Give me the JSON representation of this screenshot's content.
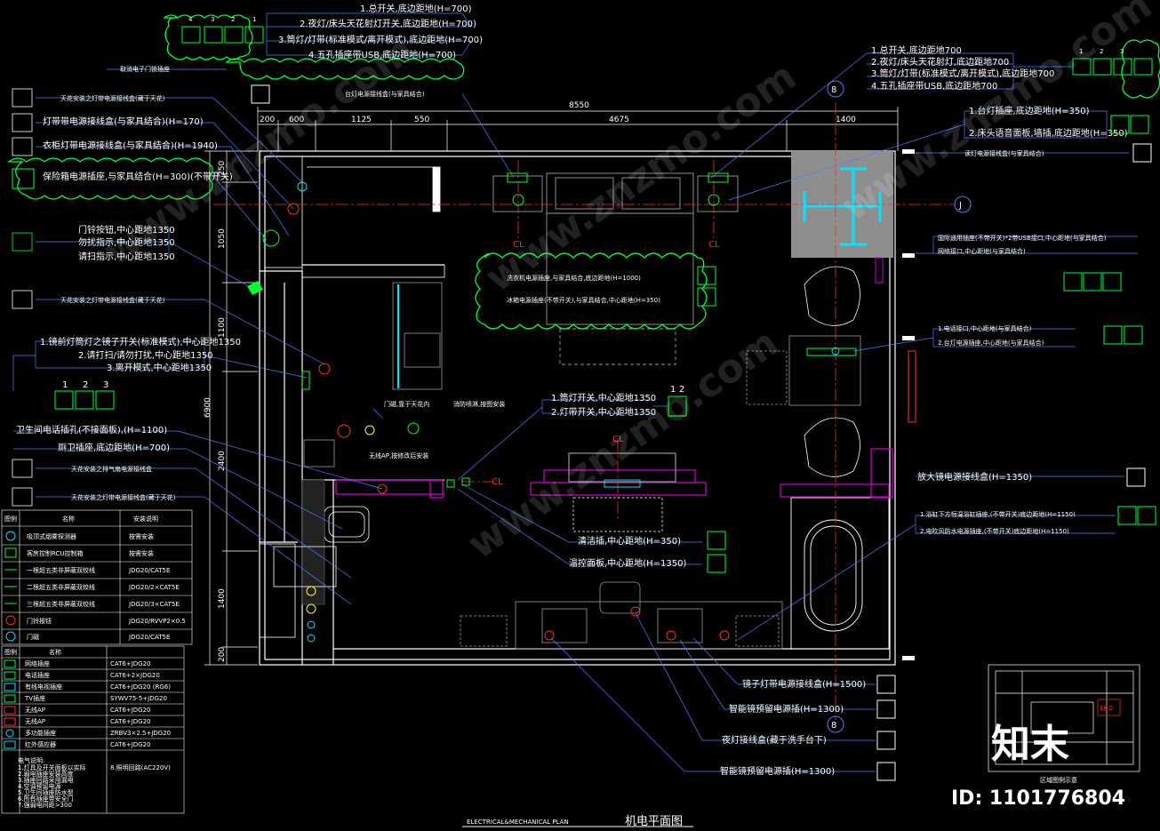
{
  "colors": {
    "background": "#000000",
    "wall": "#ffffff",
    "furniture": "#9a9aa0",
    "leader": "#4d7fff",
    "dimension": "#ffffff",
    "centerline": "#ff2b2b",
    "device_green": "#00ff33",
    "magenta": "#d400d4",
    "cyan": "#00e5ff",
    "gray_fill": "#8e8e8e"
  },
  "top_callouts": {
    "left_group": {
      "numbers": [
        "4",
        "3",
        "2",
        "1"
      ],
      "items": [
        "1.总开关,底边距地(H=700)",
        "2.夜灯/床头天花射灯开关,底边距地(H=700)",
        "3.筒灯/灯带(标准模式/离开模式),底边距地(H=700)",
        "4.五孔插座带USB,底边距地(H=700)"
      ]
    },
    "right_group": {
      "numbers": [
        "1",
        "2",
        "3"
      ],
      "items": [
        "1.总开关,底边距地700",
        "2.夜灯/床头天花射灯,底边距地700",
        "3.筒灯/灯带(标准模式/离开模式),底边距地700",
        "4.五孔插座带USB,底边距地700"
      ]
    },
    "electronic_lock": "取消电子门锁插座",
    "desk_lamp": "台灯电源接线盒(与家具结合)"
  },
  "left_callouts": [
    "天花安装之灯带电源接线盒(藏于天花)",
    "灯带带电源接线盒(与家具结合)(H=170)",
    "衣柜灯带电源接线盒(与家具结合)(H=1940)",
    "保险箱电源插座,与家具结合(H=300)(不带开关)",
    "门铃按钮,中心距地1350",
    "勿扰指示,中心距地1350",
    "请扫指示,中心距地1350",
    "天花安装之灯带电源接线盒(藏于天花)"
  ],
  "left_switch_group": {
    "items": [
      "1.镜前灯筒灯之镜子开关(标准模式),中心距地1350",
      "2.请打扫/请勿打扰,中心距地1350",
      "3.离开模式,中心距地1350"
    ],
    "numbers": [
      "1",
      "2",
      "3"
    ]
  },
  "left_lower_callouts": [
    "卫生间电话插孔(不接面板),(H=1100)",
    "厕卫插座,底边距地(H=700)",
    "天花安装之排气扇电源接线盒",
    "天花安装之灯带电源接线盒(藏于天花)"
  ],
  "right_callouts": {
    "bed_side": [
      "1.台灯插座,底边距地(H=350)",
      "2.床头语音面板,墙插,底边距地(H=350)"
    ],
    "reading_lamp": "读灯电源接线盒(与家具结合)",
    "desk_panel": [
      "国际通用插座(不带开关)*2带USB接口,中心距地(与家具结合)",
      "网络接口,中心距地(与家具结合)"
    ],
    "sofa": [
      "1.电话接口,中心距地(与家具结合)",
      "2.台灯电源插座,中心距地(与家具结合)"
    ],
    "mirror": "放大镜电源接线盒(H=1350)",
    "bath": [
      "1.浴缸下方恒温浴缸插座,(不带开关)底边距地(H=1150)",
      "2.电吹风防水电源插座,(不带开关)底边距地(H=1150)"
    ]
  },
  "center_callouts": {
    "bedside_sockets": [
      "洗衣机电源插座,与家具结合,底边距地(H=1000)",
      "冰箱电源插座(不带开关),与家具结合,中心距地(H=350)"
    ],
    "entry_switch": [
      "1.筒灯开关,中心距地1350",
      "2.灯带开关,中心距地1350"
    ],
    "entry_switch_numbers": [
      "1",
      "2"
    ],
    "door_sensor": "门磁,靠于天花内",
    "smoke": "消防喷淋,按图安装",
    "wifi": "无线AP,按修改后安装",
    "cleaning_socket": "清洁插,中心距地(H=350)",
    "temp_panel": "温控面板,中心距地(H=1350)"
  },
  "bottom_callouts": [
    "镜子灯带电源接线盒(H=1500)",
    "智能镜预留电源插(H=1300)",
    "夜灯接线盒(藏于洗手台下)",
    "智能镜预留电源插(H=1300)"
  ],
  "dimensions": {
    "top_total": "8550",
    "top_segments": [
      "200",
      "600",
      "1125",
      "550",
      "4675",
      "1400"
    ],
    "left_total": "6900",
    "left_segments": [
      "250",
      "1050",
      "1100",
      "2400",
      "1400",
      "200"
    ]
  },
  "markers": {
    "axis_top": "8",
    "axis_bottom": "8",
    "axis_right": "J",
    "cl_labels": [
      "CL",
      "CL",
      "CL",
      "CL"
    ]
  },
  "legend": {
    "header": [
      "图例",
      "名称",
      "安装说明"
    ],
    "rows": [
      {
        "name": "吸顶式烟雾探测器",
        "note": "按需安装"
      },
      {
        "name": "客房控制RCU控制箱",
        "note": "按需安装"
      },
      {
        "name": "一根超五类非屏蔽双绞线",
        "note": "JDG20/CAT5E"
      },
      {
        "name": "二根超五类非屏蔽双绞线",
        "note": "JDG20/2×CAT5E"
      },
      {
        "name": "三根超五类非屏蔽双绞线",
        "note": "JDG20/3×CAT5E"
      },
      {
        "name": "门铃按钮",
        "note": "JDG20/RVVP2×0.5"
      },
      {
        "name": "门磁",
        "note": "JDG20/CAT5E"
      }
    ],
    "sub_header": [
      "图例",
      "名称"
    ],
    "sub_rows": [
      {
        "name": "网络插座",
        "note": "CAT6+JDG20"
      },
      {
        "name": "电话插座",
        "note": "CAT6+2×JDG20"
      },
      {
        "name": "有线电视插座",
        "note": "CAT6+JDG20 (RG6)"
      },
      {
        "name": "TV插座",
        "note": "SYWV75-5+JDG20"
      },
      {
        "name": "无线AP",
        "note": "CAT6+JDG20"
      },
      {
        "name": "无线AP",
        "note": "CAT6+JDG20"
      },
      {
        "name": "多功能插座",
        "note": "ZRBV3×2.5+JDG20"
      },
      {
        "name": "红外感应器",
        "note": "CAT6+JDG20"
      }
    ],
    "notes_title": "电气说明:",
    "notes": [
      "1.灯具及开关面板以实际",
      "2.弱电插座安装高度",
      "3.插座回路采用漏电",
      "4.空调预留电源",
      "5.卫生间插座防水型",
      "6.所有插座带安全门",
      "7.强弱电间距>300",
      "8.照明回路(AC220V)"
    ]
  },
  "key_plan": {
    "tag": "SK-2",
    "caption": "区域图例示意"
  },
  "title": {
    "en": "ELECTRICAL&MECHANICAL  PLAN",
    "cn": "机电平面图"
  },
  "watermark": {
    "text": "知末",
    "id": "ID: 1101776804",
    "diagonal": "www.znzmo.com"
  }
}
